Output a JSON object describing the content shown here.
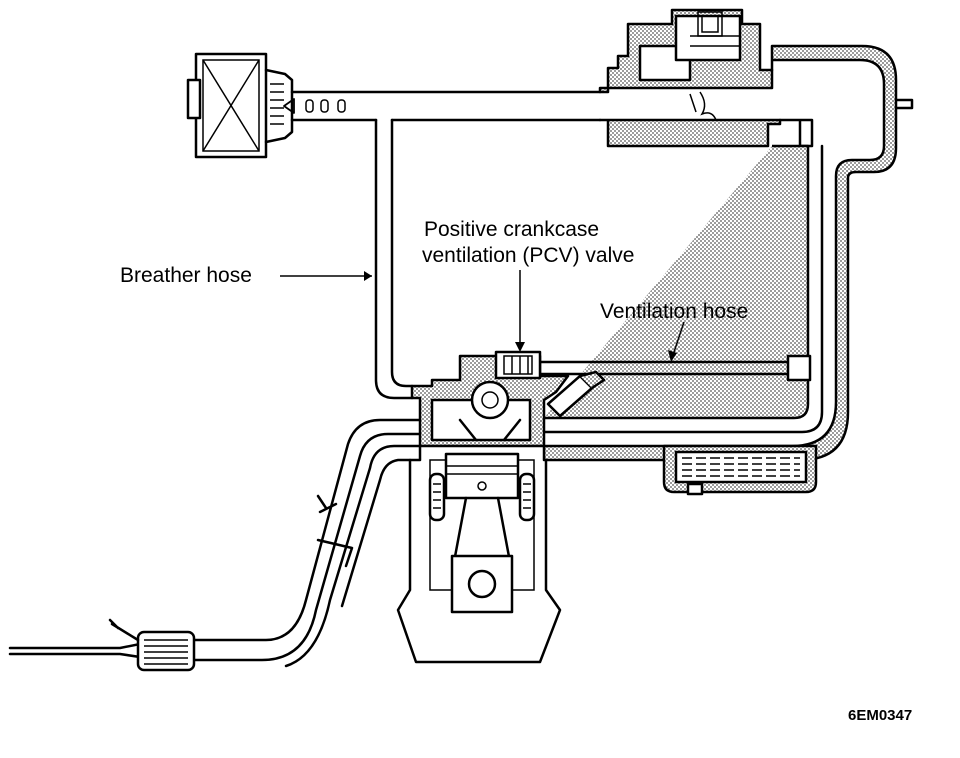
{
  "labels": {
    "breather_hose": "Breather hose",
    "pcv_valve_line1": "Positive crankcase",
    "pcv_valve_line2": "ventilation (PCV) valve",
    "ventilation_hose": "Ventilation hose",
    "figure_code": "6EM0347"
  },
  "colors": {
    "ink": "#000000",
    "paper": "#ffffff",
    "shading": "#8c8c8c"
  }
}
